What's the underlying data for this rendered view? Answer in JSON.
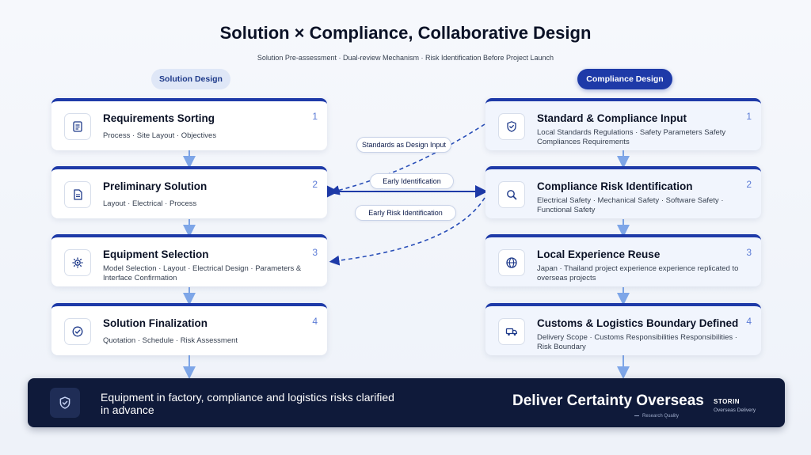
{
  "header": {
    "title": "Solution × Compliance, Collaborative Design",
    "subtitle": "Solution Pre-assessment · Dual-review Mechanism · Risk Identification Before Project Launch"
  },
  "columns": {
    "left_label": "Solution Design",
    "right_label": "Compliance Design"
  },
  "left_steps": [
    {
      "title": "Requirements Sorting",
      "desc": "Process · Site Layout · Objectives",
      "num": "1",
      "icon": "document-list-icon"
    },
    {
      "title": "Preliminary Solution",
      "desc": "Layout · Electrical · Process",
      "num": "2",
      "icon": "document-icon"
    },
    {
      "title": "Equipment Selection",
      "desc": "Model Selection · Layout · Electrical Design · Parameters & Interface Confirmation",
      "num": "3",
      "icon": "gear-icon"
    },
    {
      "title": "Solution Finalization",
      "desc": "Quotation · Schedule · Risk Assessment",
      "num": "4",
      "icon": "check-circle-icon"
    }
  ],
  "right_steps": [
    {
      "title": "Standard & Compliance Input",
      "desc": "Local Standards Regulations · Safety Parameters Safety Compliances Requirements",
      "num": "1",
      "icon": "shield-check-icon"
    },
    {
      "title": "Compliance Risk Identification",
      "desc": "Electrical Safety · Mechanical Safety · Software Safety · Functional Safety",
      "num": "2",
      "icon": "search-icon"
    },
    {
      "title": "Local Experience Reuse",
      "desc": "Japan · Thailand project experience experience replicated to overseas projects",
      "num": "3",
      "icon": "globe-icon"
    },
    {
      "title": "Customs & Logistics Boundary Defined",
      "desc": "Delivery Scope · Customs Responsibilities Responsibilities · Risk Boundary",
      "num": "4",
      "icon": "truck-icon"
    }
  ],
  "connectors": {
    "standards": "Standards as Design Input",
    "early": "Early Identification",
    "early_risk": "Early Risk Identification"
  },
  "footer": {
    "text": "Equipment in factory, compliance and logistics risks clarified in advance",
    "headline": "Deliver Certainty Overseas",
    "small_caption": "Research Quality",
    "brand": "STORIN",
    "brand_sub": "Overseas Delivery"
  },
  "colors": {
    "accent": "#1e3aa8",
    "arrow": "#7ea6e8",
    "dark": "#0f1a3a"
  }
}
